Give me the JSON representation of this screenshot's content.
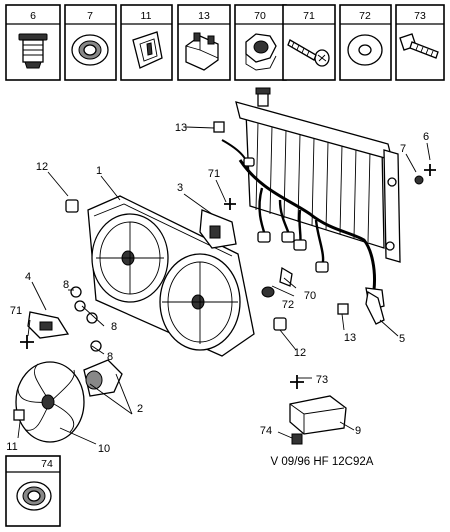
{
  "parts_header": [
    {
      "ref": "6",
      "icon": "plug-screw-icon"
    },
    {
      "ref": "7",
      "icon": "washer-seal-icon"
    },
    {
      "ref": "11",
      "icon": "clip-icon"
    },
    {
      "ref": "13",
      "icon": "bracket-clip-icon"
    },
    {
      "ref": "70",
      "icon": "nut-icon"
    },
    {
      "ref": "71",
      "icon": "screw-icon"
    },
    {
      "ref": "72",
      "icon": "flat-washer-icon"
    },
    {
      "ref": "73",
      "icon": "bolt-clip-icon"
    }
  ],
  "callouts": {
    "c1": "1",
    "c2": "2",
    "c3": "3",
    "c4": "4",
    "c5": "5",
    "c6": "6",
    "c7": "7",
    "c8a": "8",
    "c8b": "8",
    "c8c": "8",
    "c9": "9",
    "c10": "10",
    "c11": "11",
    "c12a": "12",
    "c12b": "12",
    "c13a": "13",
    "c13b": "13",
    "c70": "70",
    "c71a": "71",
    "c71b": "71",
    "c72": "72",
    "c73": "73",
    "c74": "74"
  },
  "footer_part": {
    "ref": "74",
    "icon": "sealing-ring-icon"
  },
  "reference_code": "V 09/96 HF 12C92A"
}
